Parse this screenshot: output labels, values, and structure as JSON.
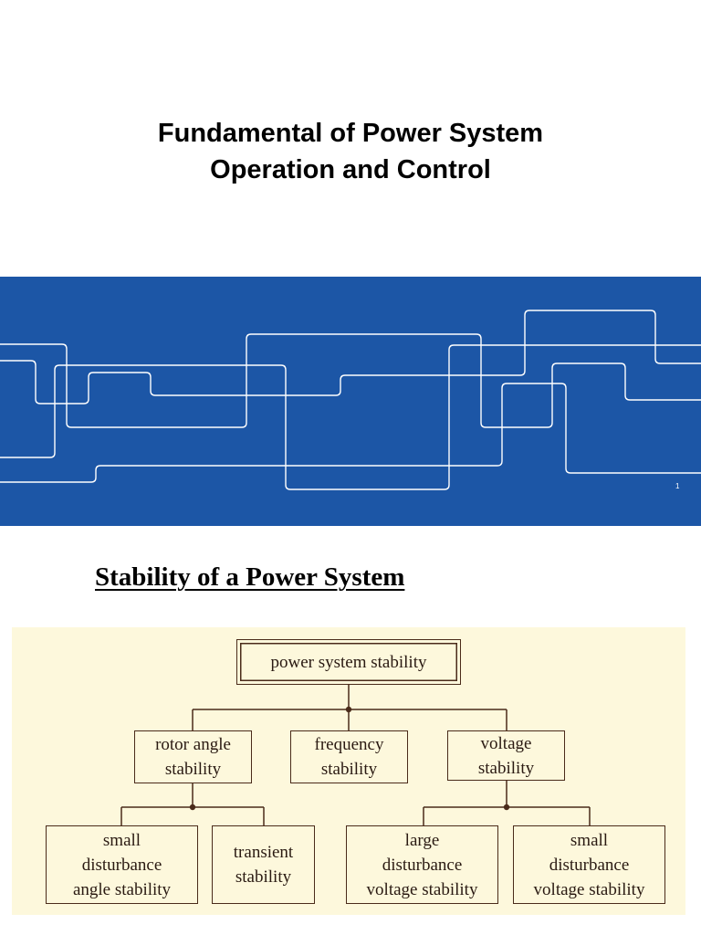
{
  "title": {
    "line1": "Fundamental of Power System",
    "line2": "Operation and Control"
  },
  "banner": {
    "background_color": "#1c56a6",
    "line_color": "#ffffff",
    "page_number": "1"
  },
  "section_heading": "Stability of a Power System",
  "diagram": {
    "background_color": "#fdf8dc",
    "box_color": "#4a2b1a",
    "root": {
      "text": "power system stability"
    },
    "level1": [
      {
        "line1": "rotor angle",
        "line2": "stability"
      },
      {
        "line1": "frequency",
        "line2": "stability"
      },
      {
        "line1": "voltage",
        "line2": "stability"
      }
    ],
    "level2": [
      {
        "line1": "small",
        "line2": "disturbance",
        "line3": "angle stability"
      },
      {
        "line1": "transient",
        "line2": "stability"
      },
      {
        "line1": "large",
        "line2": "disturbance",
        "line3": "voltage stability"
      },
      {
        "line1": "small",
        "line2": "disturbance",
        "line3": "voltage stability"
      }
    ]
  }
}
